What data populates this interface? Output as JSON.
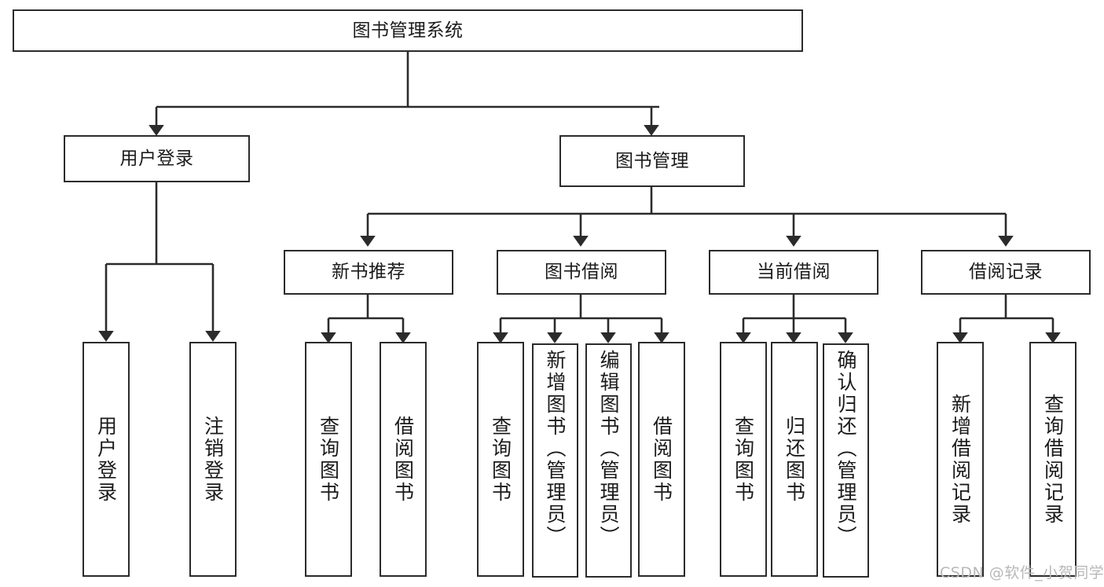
{
  "diagram": {
    "type": "tree",
    "title": "图书管理系统",
    "watermark": "CSDN @软件_小贺同学",
    "colors": {
      "box_border": "#2b2b2b",
      "box_fill": "#ffffff",
      "connector": "#2b2b2b",
      "text": "#1b1b1b",
      "watermark": "#b8b8b8"
    }
  },
  "nodes": {
    "root": {
      "label": "图书管理系统"
    },
    "level1": [
      {
        "label": "用户登录"
      },
      {
        "label": "图书管理"
      }
    ],
    "level2": [
      {
        "label": "新书推荐"
      },
      {
        "label": "图书借阅"
      },
      {
        "label": "当前借阅"
      },
      {
        "label": "借阅记录"
      }
    ],
    "leaves": {
      "user_login": [
        {
          "label": "用户登录"
        },
        {
          "label": "注销登录"
        }
      ],
      "new_book_recommend": [
        {
          "label": "查询图书"
        },
        {
          "label": "借阅图书"
        }
      ],
      "book_borrow": [
        {
          "label": "查询图书"
        },
        {
          "label": "新增图书（管理员）"
        },
        {
          "label": "编辑图书（管理员）"
        },
        {
          "label": "借阅图书"
        }
      ],
      "current_borrow": [
        {
          "label": "查询图书"
        },
        {
          "label": "归还图书"
        },
        {
          "label": "确认归还（管理员）"
        }
      ],
      "borrow_record": [
        {
          "label": "新增借阅记录"
        },
        {
          "label": "查询借阅记录"
        }
      ]
    }
  }
}
